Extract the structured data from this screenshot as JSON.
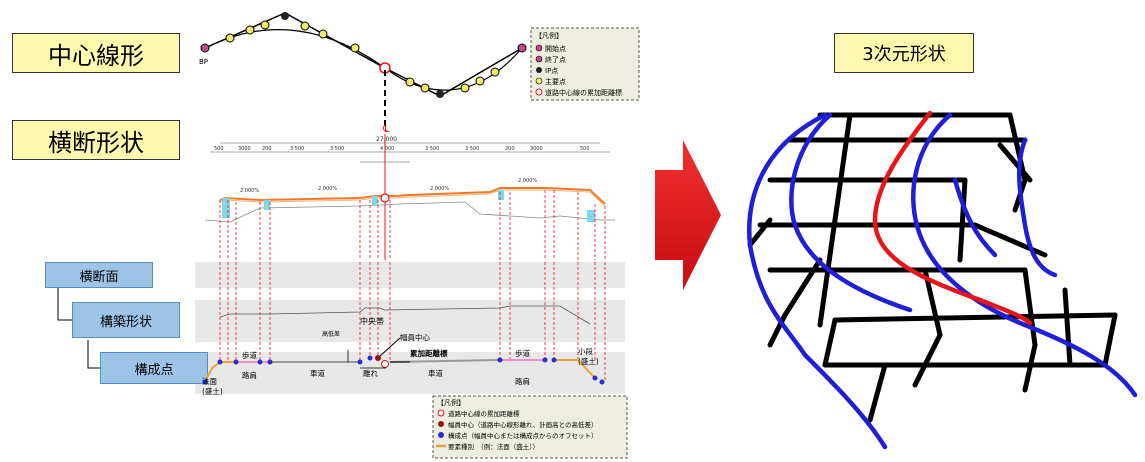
{
  "titles": {
    "alignment": "中心線形",
    "cross_section": "横断形状",
    "shape3d": "3次元形状"
  },
  "alignment_diagram": {
    "bp_label": "BP",
    "legend": {
      "header": "【凡例】",
      "items": [
        "開始点",
        "終了点",
        "IP点",
        "主要点",
        "道路中心線の累加距離標"
      ]
    }
  },
  "cross_section_diagram": {
    "top_dim": "27,000",
    "dims": [
      "500",
      "3000",
      "200",
      "3 500",
      "3 500",
      "4 000",
      "3 500",
      "3 500",
      "200",
      "3000",
      "500"
    ],
    "slopes": [
      "2.000%",
      "2.000%",
      "2.000%",
      "2.000%"
    ]
  },
  "levels": [
    "横断面",
    "構築形状",
    "構成点"
  ],
  "labels": {
    "median": "中央帯",
    "width_center": "幅員中心",
    "cumulative_marker": "累加距離標",
    "sidewalk": "歩道",
    "carriageway": "車道",
    "shoulder": "路肩",
    "slope_surface": "法面",
    "slope_fill": "(盛土)",
    "offset": "離れ",
    "height_diff": "高低差",
    "small_slope": "小段"
  },
  "bottom_legend": {
    "header": "【凡例】",
    "items": [
      "道路中心線の累加距離標",
      "幅員中心（道路中心線形離れ、計画高との高低差）",
      "構成点（幅員中心または構成点からのオフセット）",
      "要素種別　（例：法面（盛土））"
    ]
  },
  "colors": {
    "label_yellow": "#fff9b0",
    "level_blue": "#9dc3e6",
    "arrow_red": "#e8141b",
    "frame_blue": "#1f1fd6",
    "frame_red": "#e8141b"
  }
}
